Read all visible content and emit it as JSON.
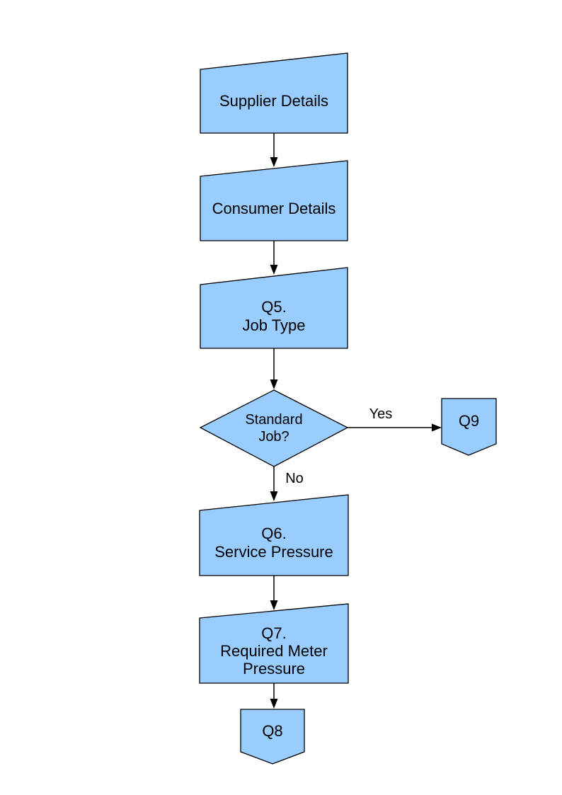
{
  "colors": {
    "node_fill": "#99CCFF",
    "node_stroke": "#000000",
    "connector": "#000000",
    "text": "#000000",
    "background": "#FFFFFF"
  },
  "flowchart": {
    "nodes": [
      {
        "id": "supplier-details",
        "type": "manual-input",
        "lines": [
          "Supplier Details"
        ]
      },
      {
        "id": "consumer-details",
        "type": "manual-input",
        "lines": [
          "Consumer Details"
        ]
      },
      {
        "id": "q5-job-type",
        "type": "manual-input",
        "lines": [
          "Q5.",
          "Job Type"
        ]
      },
      {
        "id": "standard-job",
        "type": "decision",
        "lines": [
          "Standard",
          "Job?"
        ]
      },
      {
        "id": "q9",
        "type": "off-page-connector",
        "lines": [
          "Q9"
        ]
      },
      {
        "id": "q6-service-pressure",
        "type": "manual-input",
        "lines": [
          "Q6.",
          "Service Pressure"
        ]
      },
      {
        "id": "q7-required-meter-pressure",
        "type": "manual-input",
        "lines": [
          "Q7.",
          "Required Meter",
          "Pressure"
        ]
      },
      {
        "id": "q8",
        "type": "off-page-connector",
        "lines": [
          "Q8"
        ]
      }
    ],
    "edges": [
      {
        "from": "supplier-details",
        "to": "consumer-details",
        "label": ""
      },
      {
        "from": "consumer-details",
        "to": "q5-job-type",
        "label": ""
      },
      {
        "from": "q5-job-type",
        "to": "standard-job",
        "label": ""
      },
      {
        "from": "standard-job",
        "to": "q9",
        "label": "Yes"
      },
      {
        "from": "standard-job",
        "to": "q6-service-pressure",
        "label": "No"
      },
      {
        "from": "q6-service-pressure",
        "to": "q7-required-meter-pressure",
        "label": ""
      },
      {
        "from": "q7-required-meter-pressure",
        "to": "q8",
        "label": ""
      }
    ],
    "edge_labels": {
      "yes": "Yes",
      "no": "No"
    }
  }
}
